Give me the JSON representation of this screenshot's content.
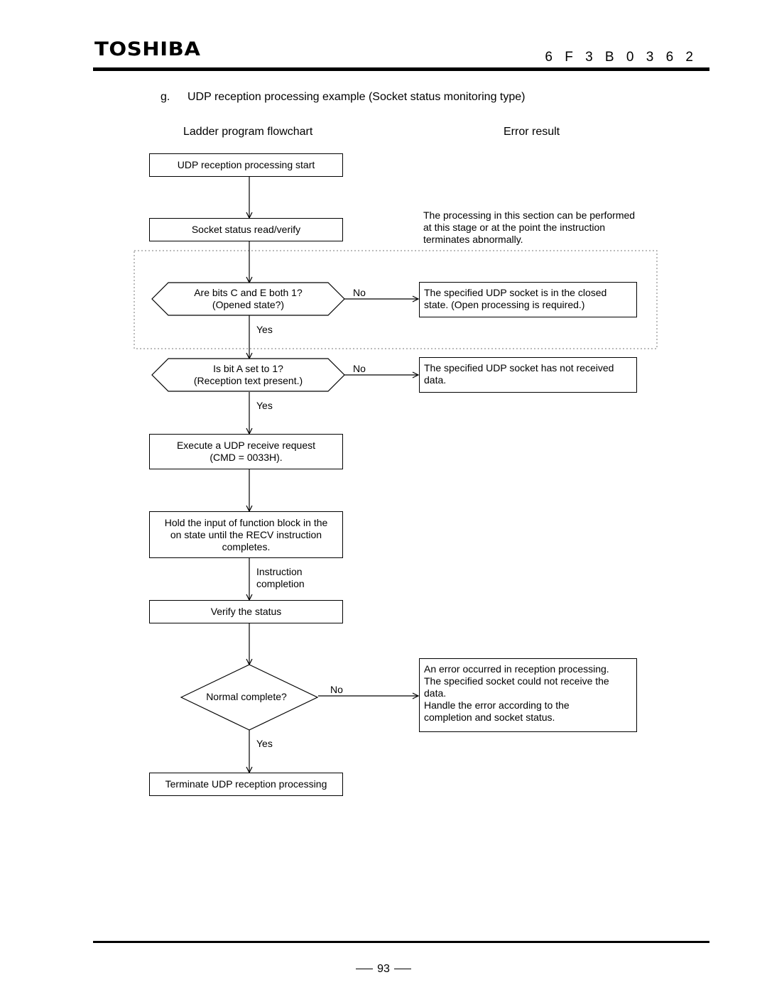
{
  "header": {
    "logo_text": "TOSHIBA",
    "doc_number": "6 F 3 B 0 3 6 2"
  },
  "section": {
    "marker": "g.",
    "title": "UDP reception processing example (Socket status monitoring type)"
  },
  "columns": {
    "left": "Ladder program flowchart",
    "right": "Error result"
  },
  "flowchart": {
    "start": "UDP reception processing start",
    "read_verify": "Socket status read/verify",
    "dotted_note": "The processing in this section can be performed at this stage or at the point the instruction terminates abnormally.",
    "decision1": [
      "Are bits C and E both 1?",
      "(Opened state?)"
    ],
    "decision2": [
      "Is bit A set to 1?",
      "(Reception text present.)"
    ],
    "execute": [
      "Execute a UDP receive request",
      "(CMD = 0033H)."
    ],
    "hold": [
      "Hold the input of function block in the",
      "on state until the RECV instruction",
      "completes."
    ],
    "instruction_completion": [
      "Instruction",
      "completion"
    ],
    "verify": "Verify the status",
    "decision3": "Normal complete?",
    "terminate": "Terminate UDP reception processing",
    "yes": "Yes",
    "no": "No"
  },
  "errors": {
    "closed": [
      "The specified UDP socket is in the closed",
      "state. (Open processing is required.)"
    ],
    "not_received": [
      "The specified UDP socket has not received",
      "data."
    ],
    "reception_error": [
      "An error occurred in reception processing.",
      "The specified socket could not receive the",
      "data.",
      "Handle the error according to the",
      "completion and socket status."
    ]
  },
  "footer": {
    "page_number": "93"
  }
}
